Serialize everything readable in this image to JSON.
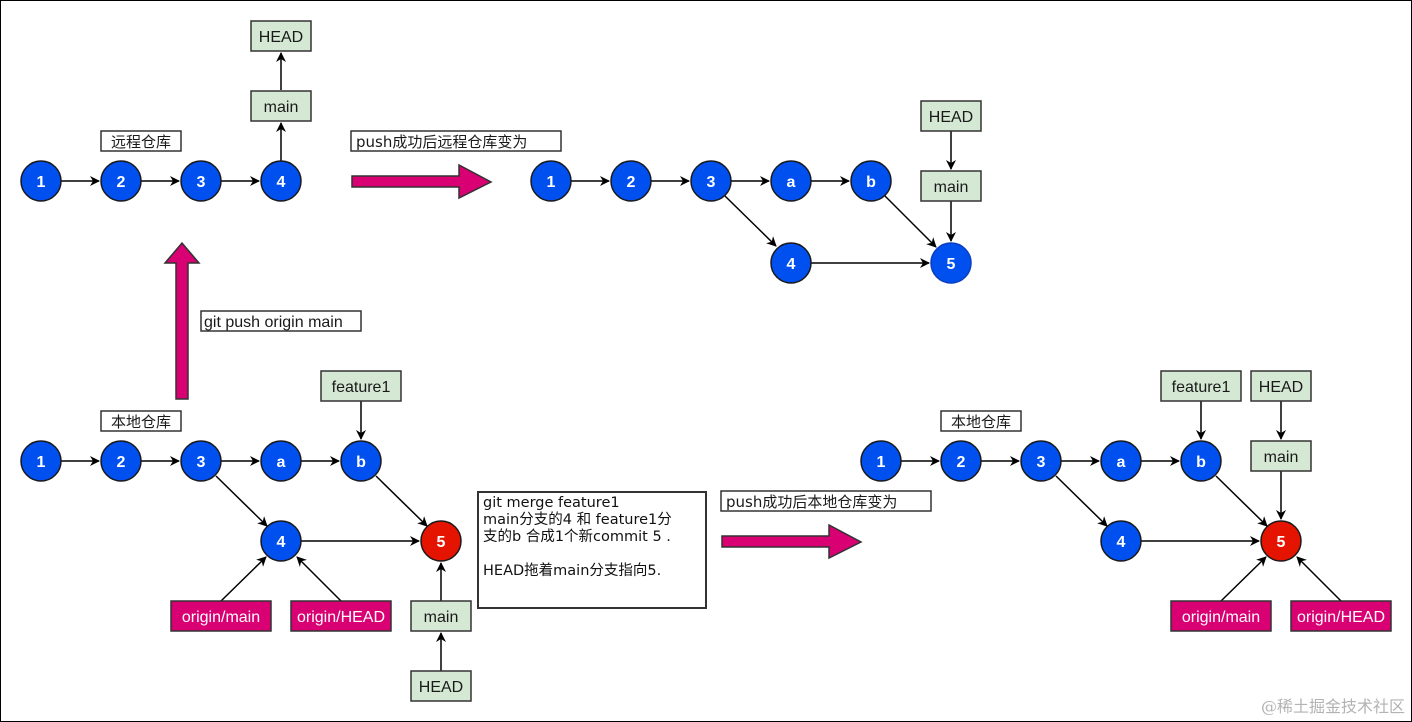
{
  "colors": {
    "commit_blue": "#0050ef",
    "commit_red": "#e51400",
    "branch_green": "#d5e8d4",
    "remote_pink": "#d80073",
    "arrow_pink": "#d80073"
  },
  "remote_before": {
    "caption": "远程仓库",
    "commits": [
      "1",
      "2",
      "3",
      "4"
    ],
    "labels": {
      "main": "main",
      "head": "HEAD"
    }
  },
  "push_remote_caption": "push成功后远程仓库变为",
  "remote_after": {
    "commits": [
      "1",
      "2",
      "3",
      "a",
      "b",
      "4",
      "5"
    ],
    "labels": {
      "main": "main",
      "head": "HEAD"
    }
  },
  "push_command": "git push origin main",
  "local_before": {
    "caption": "本地仓库",
    "commits": [
      "1",
      "2",
      "3",
      "a",
      "b",
      "4",
      "5"
    ],
    "labels": {
      "feature": "feature1",
      "main": "main",
      "head": "HEAD",
      "origin_main": "origin/main",
      "origin_head": "origin/HEAD"
    }
  },
  "merge_note": {
    "lines": [
      "git merge feature1",
      "main分支的4 和 feature1分",
      "支的b 合成1个新commit 5 .",
      "",
      "HEAD拖着main分支指向5."
    ]
  },
  "push_local_caption": "push成功后本地仓库变为",
  "local_after": {
    "caption": "本地仓库",
    "commits": [
      "1",
      "2",
      "3",
      "a",
      "b",
      "4",
      "5"
    ],
    "labels": {
      "feature": "feature1",
      "main": "main",
      "head": "HEAD",
      "origin_main": "origin/main",
      "origin_head": "origin/HEAD"
    }
  },
  "watermark": "@稀土掘金技术社区"
}
